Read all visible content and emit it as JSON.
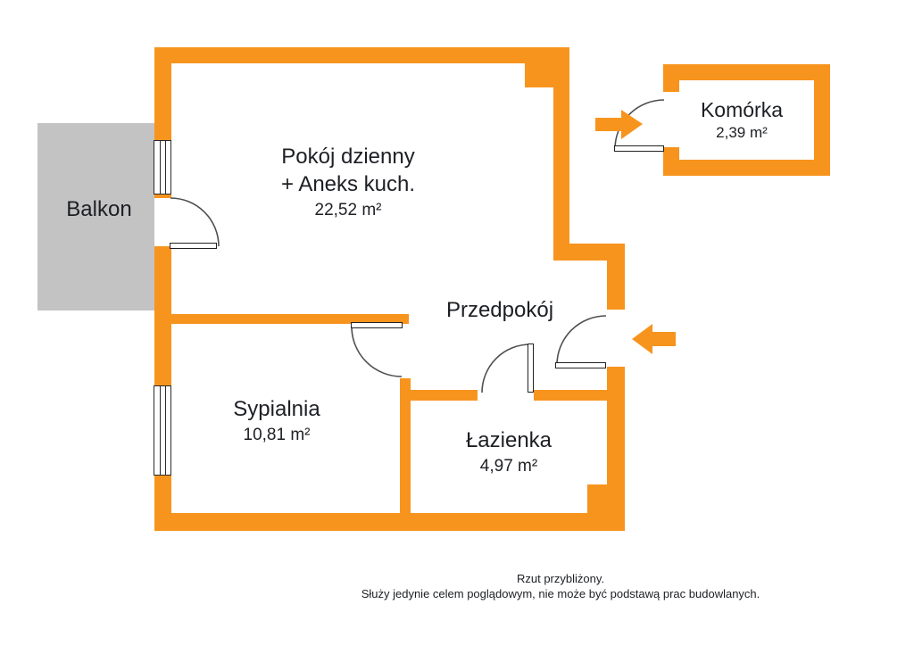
{
  "colors": {
    "wall": "#F7941E",
    "balcony": "#C3C3C3",
    "text": "#1D1F24",
    "door_line": "#4F4F4F",
    "leaf_border": "#222222",
    "background": "#FFFFFF"
  },
  "rooms": {
    "living": {
      "name_line1": "Pokój dzienny",
      "name_line2": "+ Aneks kuch.",
      "area": "22,52 m²"
    },
    "hallway": {
      "name": "Przedpokój"
    },
    "bedroom": {
      "name": "Sypialnia",
      "area": "10,81 m²"
    },
    "bathroom": {
      "name": "Łazienka",
      "area": "4,97 m²"
    },
    "storage": {
      "name": "Komórka",
      "area": "2,39 m²"
    },
    "balcony": {
      "name": "Balkon"
    }
  },
  "icons": {
    "entrance_arrow": "arrow-left",
    "storage_arrow": "arrow-right"
  },
  "disclaimer": {
    "line1": "Rzut przybliżony.",
    "line2": "Służy jedynie celem poglądowym, nie może być podstawą prac budowlanych."
  }
}
